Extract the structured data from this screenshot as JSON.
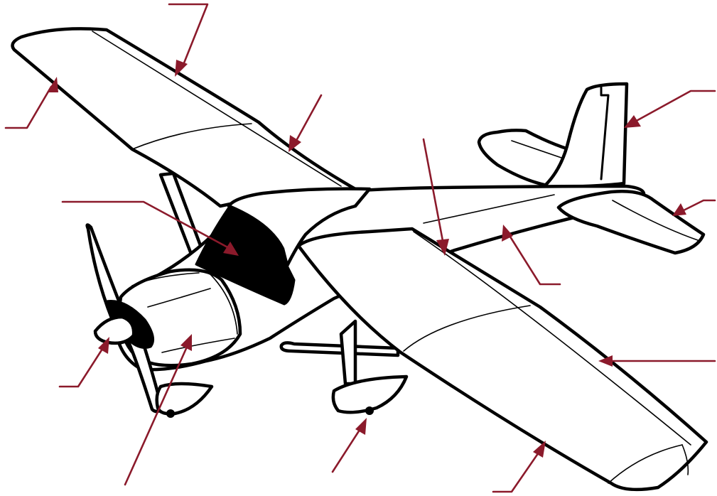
{
  "diagram": {
    "colors": {
      "line": "#000000",
      "fill": "#ffffff",
      "windshield": "#000000",
      "leader": "#8b1a2b"
    },
    "callouts": [
      {
        "name": "callout-left-aileron"
      },
      {
        "name": "callout-left-wing-tip"
      },
      {
        "name": "callout-left-flap"
      },
      {
        "name": "callout-cockpit-windshield"
      },
      {
        "name": "callout-right-flap"
      },
      {
        "name": "callout-vertical-stabilizer"
      },
      {
        "name": "callout-elevator"
      },
      {
        "name": "callout-fuselage"
      },
      {
        "name": "callout-right-aileron"
      },
      {
        "name": "callout-right-wing"
      },
      {
        "name": "callout-spinner"
      },
      {
        "name": "callout-engine-cowling"
      },
      {
        "name": "callout-main-landing-gear"
      }
    ]
  }
}
